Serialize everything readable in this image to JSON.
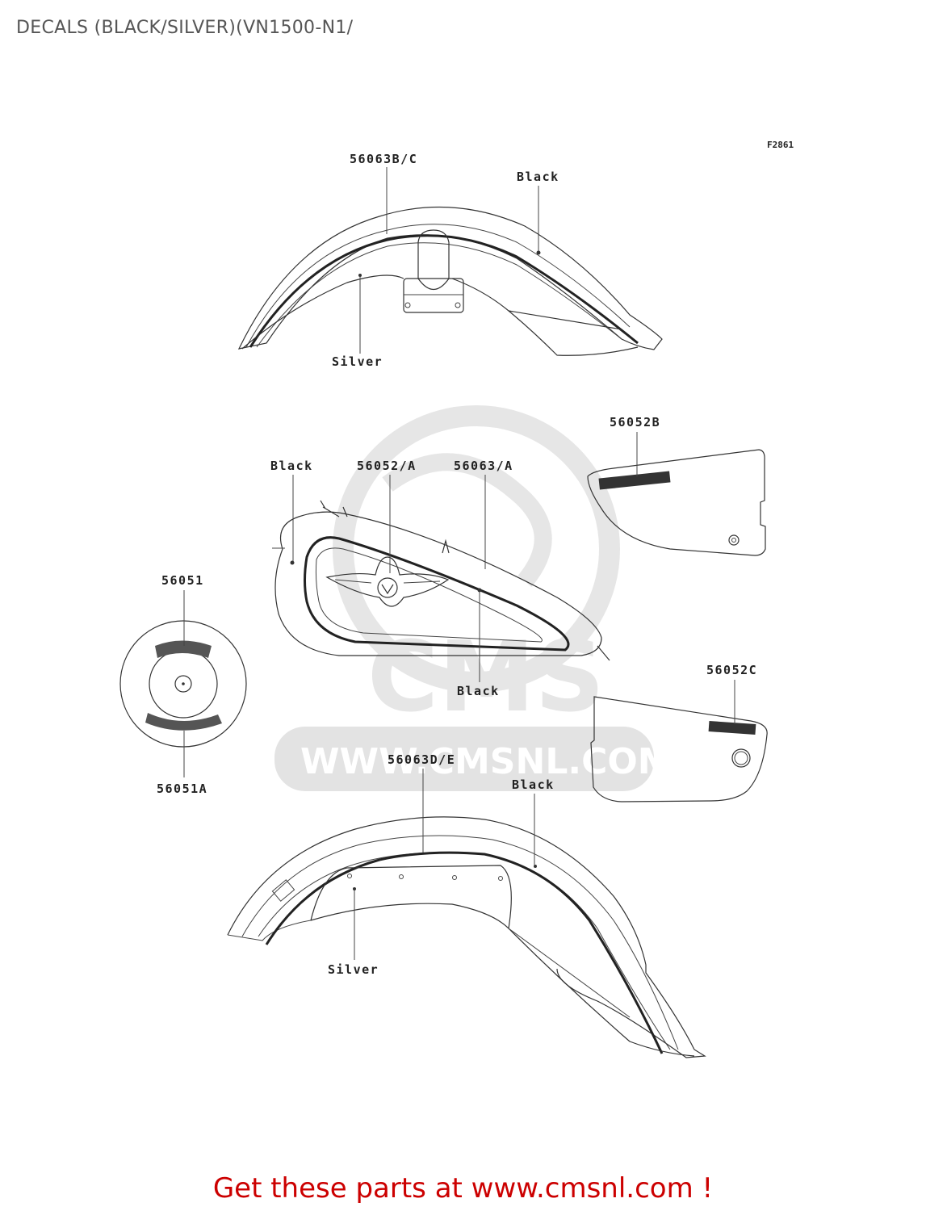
{
  "page": {
    "title": "DECALS (BLACK/SILVER)(VN1500-N1/",
    "figure_code": "F2861",
    "footer": "Get these parts at www.cmsnl.com !",
    "watermark_url": "WWW.CMSNL.COM",
    "watermark_logo": "CMS"
  },
  "colors": {
    "title": "#555555",
    "footer": "#cc0000",
    "lines": "#333333",
    "watermark": "#e3e3e3"
  },
  "parts": {
    "front_fender": {
      "part_number": "56063B/C",
      "color_top": "Black",
      "color_bottom": "Silver"
    },
    "fuel_tank": {
      "color_left": "Black",
      "emblem_part": "56052/A",
      "stripe_part": "56063/A",
      "color_bottom": "Black"
    },
    "side_cover_right": {
      "part_number": "56052B"
    },
    "side_cover_left": {
      "part_number": "56052C"
    },
    "air_cleaner": {
      "top_part": "56051",
      "bottom_part": "56051A"
    },
    "rear_fender": {
      "part_number": "56063D/E",
      "color_top": "Black",
      "color_bottom": "Silver"
    }
  }
}
